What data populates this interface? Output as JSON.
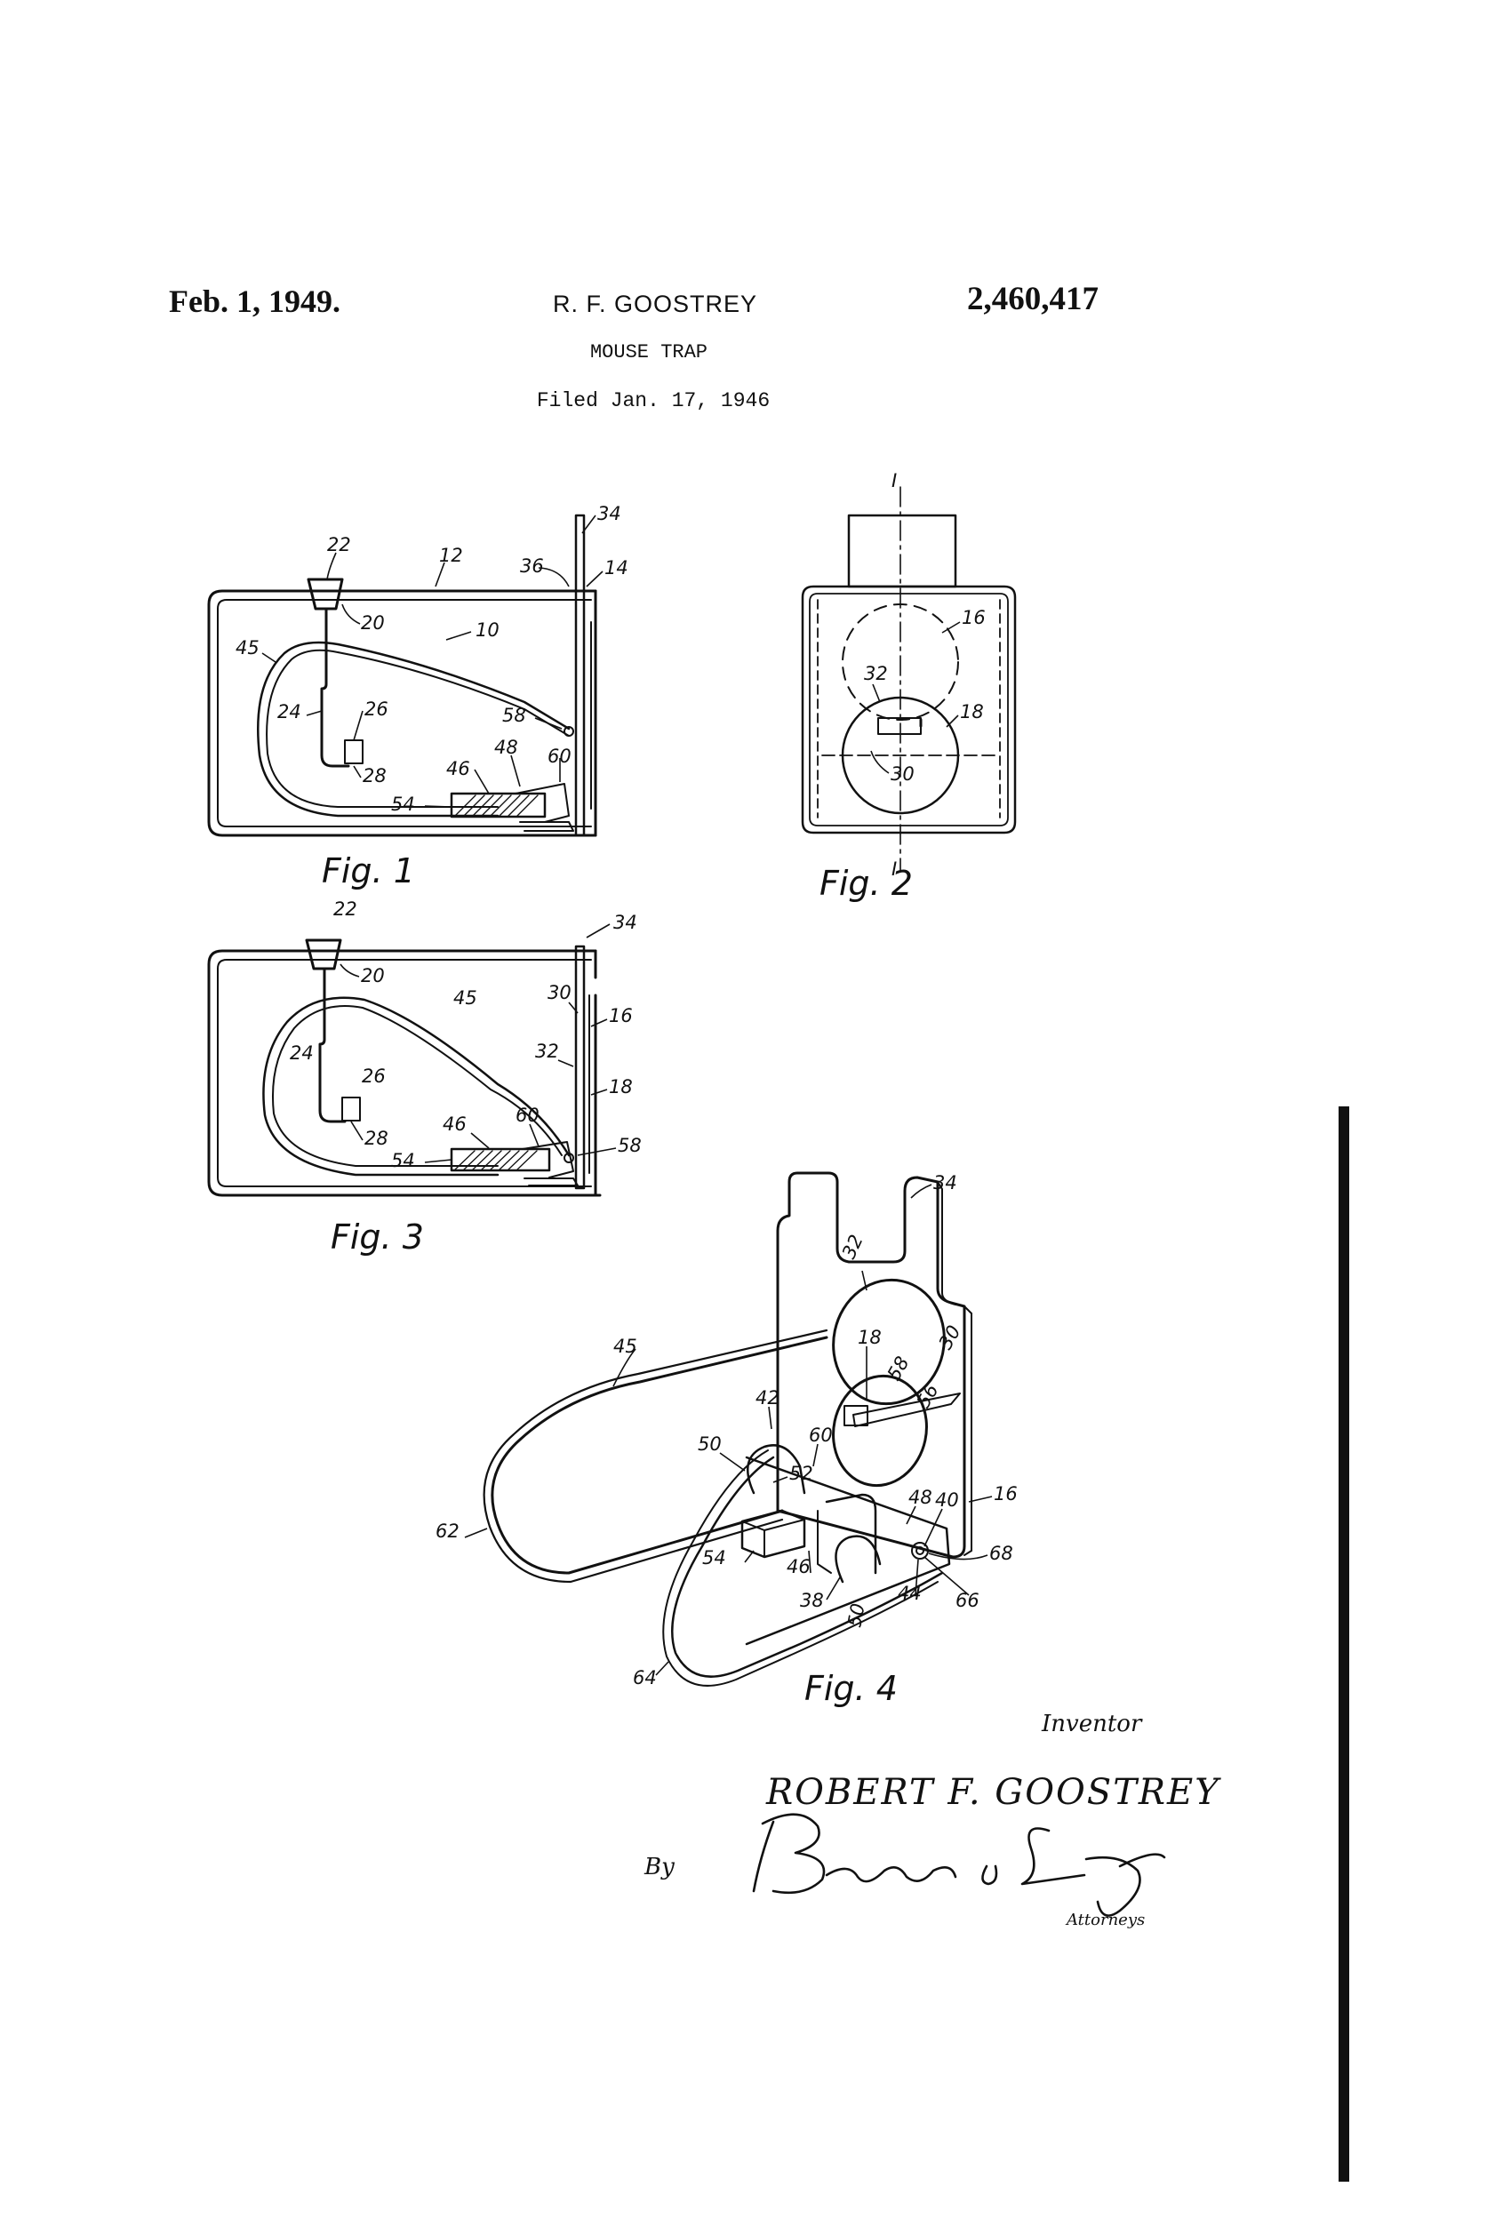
{
  "header": {
    "date": "Feb. 1, 1949.",
    "inventor_short": "R. F. GOOSTREY",
    "patent_number": "2,460,417",
    "title": "MOUSE TRAP",
    "filed": "Filed Jan. 17, 1946"
  },
  "figures": {
    "fig1": {
      "label": "Fig. 1",
      "refs": {
        "r10": "10",
        "r12": "12",
        "r14": "14",
        "r20": "20",
        "r22": "22",
        "r24": "24",
        "r26": "26",
        "r28": "28",
        "r34": "34",
        "r36": "36",
        "r45": "45",
        "r46": "46",
        "r48": "48",
        "r54": "54",
        "r58": "58",
        "r60": "60"
      }
    },
    "fig2": {
      "label": "Fig. 2",
      "refs": {
        "rI_top": "I",
        "rI_bot": "I",
        "r16": "16",
        "r18": "18",
        "r30": "30",
        "r32": "32"
      }
    },
    "fig3": {
      "label": "Fig. 3",
      "refs": {
        "r16": "16",
        "r18": "18",
        "r20": "20",
        "r22": "22",
        "r24": "24",
        "r26": "26",
        "r28": "28",
        "r30": "30",
        "r32": "32",
        "r34": "34",
        "r45": "45",
        "r46": "46",
        "r54": "54",
        "r58": "58",
        "r60": "60"
      }
    },
    "fig4": {
      "label": "Fig. 4",
      "refs": {
        "r16": "16",
        "r18": "18",
        "r30": "30",
        "r32": "32",
        "r34": "34",
        "r38": "38",
        "r40": "40",
        "r42": "42",
        "r44": "44",
        "r45": "45",
        "r46": "46",
        "r48": "48",
        "r50a": "50",
        "r50b": "50",
        "r52": "52",
        "r54": "54",
        "r56": "56",
        "r58": "58",
        "r60": "60",
        "r62": "62",
        "r64": "64",
        "r66": "66",
        "r68": "68"
      }
    }
  },
  "signature": {
    "inventor_label": "Inventor",
    "inventor_name": "ROBERT F. GOOSTREY",
    "by_label": "By",
    "attorney_signature": "Beaman & Langford",
    "attorneys_label": "Attorneys"
  }
}
